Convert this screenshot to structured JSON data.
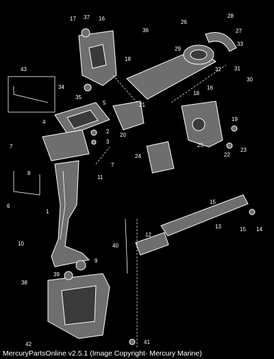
{
  "footer": {
    "text": "MercuryPartsOnline v2.5.1 (Image Copyright- Mercury Marine)"
  },
  "callouts": [
    "1",
    "2",
    "3",
    "4",
    "5",
    "6",
    "7",
    "7",
    "8",
    "9",
    "10",
    "11",
    "12",
    "13",
    "14",
    "15",
    "15",
    "16",
    "16",
    "17",
    "18",
    "18",
    "19",
    "20",
    "21",
    "22",
    "23",
    "24",
    "25",
    "26",
    "27",
    "28",
    "29",
    "30",
    "31",
    "32",
    "33",
    "34",
    "35",
    "36",
    "37",
    "38",
    "39",
    "40",
    "41",
    "42",
    "43"
  ]
}
